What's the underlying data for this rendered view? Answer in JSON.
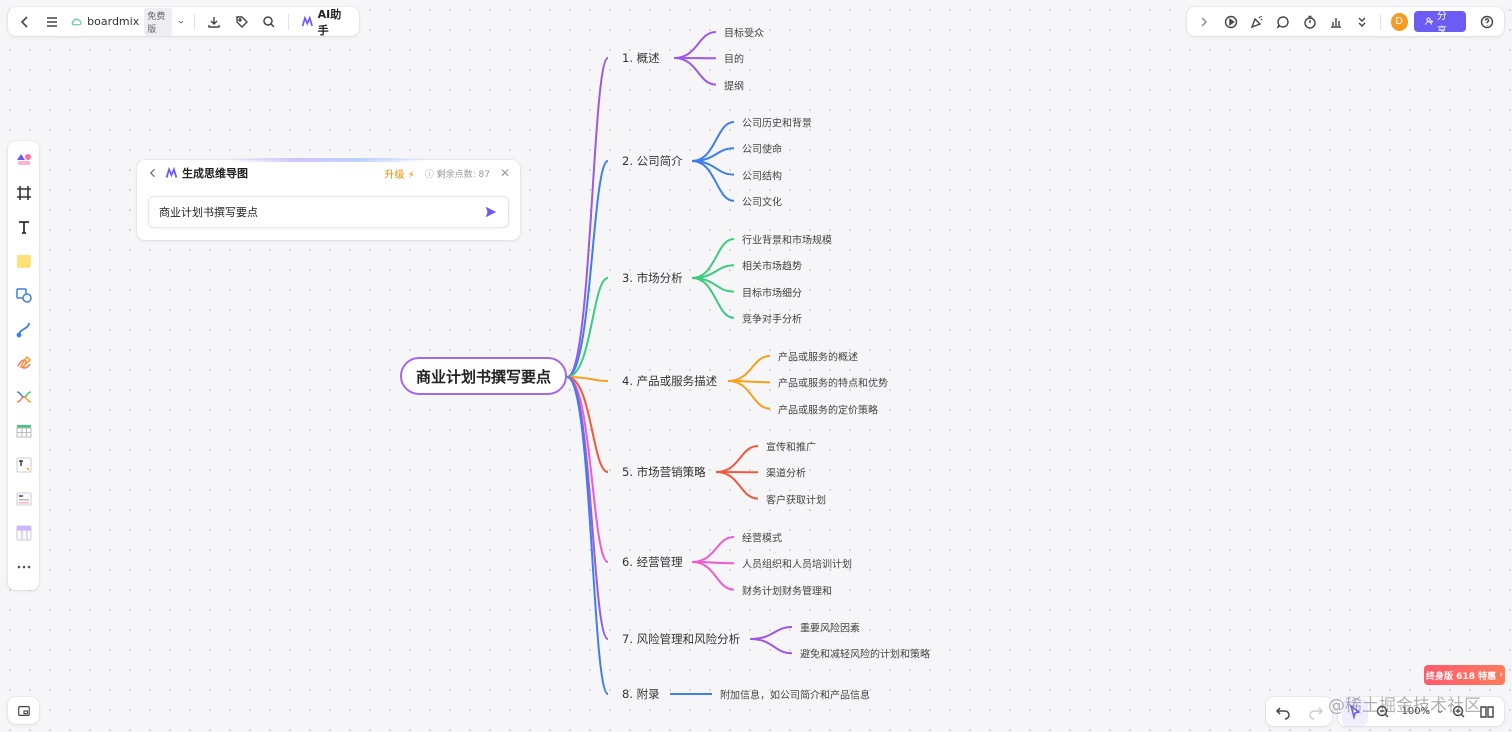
{
  "topbar": {
    "app_name": "boardmix",
    "plan_badge": "免费版",
    "ai_label": "AI助手"
  },
  "topbar_right": {
    "avatar_initial": "D",
    "share_label": "分享"
  },
  "ai_panel": {
    "title": "生成思维导图",
    "upgrade_label": "升级",
    "points_label": "剩余点数: 87",
    "input_value": "商业计划书撰写要点"
  },
  "mindmap": {
    "root": "商业计划书撰写要点",
    "branches": [
      {
        "label": "1. 概述",
        "color": "#9b59e6",
        "children": [
          "目标受众",
          "目的",
          "提纲"
        ]
      },
      {
        "label": "2. 公司简介",
        "color": "#3f7fe8",
        "children": [
          "公司历史和背景",
          "公司使命",
          "公司结构",
          "公司文化"
        ]
      },
      {
        "label": "3. 市场分析",
        "color": "#3ccb7f",
        "children": [
          "行业背景和市场规模",
          "相关市场趋势",
          "目标市场细分",
          "竞争对手分析"
        ]
      },
      {
        "label": "4. 产品或服务描述",
        "color": "#f5a11c",
        "children": [
          "产品或服务的概述",
          "产品或服务的特点和优势",
          "产品或服务的定价策略"
        ]
      },
      {
        "label": "5. 市场营销策略",
        "color": "#f05a3c",
        "children": [
          "宣传和推广",
          "渠道分析",
          "客户获取计划"
        ]
      },
      {
        "label": "6. 经营管理",
        "color": "#ee5bd1",
        "children": [
          "经营模式",
          "人员组织和人员培训计划",
          "财务计划财务管理和"
        ]
      },
      {
        "label": "7. 风险管理和风险分析",
        "color": "#9b59e6",
        "children": [
          "重要风险因素",
          "避免和减轻风险的计划和策略"
        ]
      },
      {
        "label": "8. 附录",
        "color": "#3f7fe8",
        "children": [
          "附加信息，如公司简介和产品信息"
        ]
      }
    ]
  },
  "zoom": {
    "level": "100%"
  },
  "promo": {
    "label": "终身版 618 特惠"
  },
  "watermark": {
    "text": "@稀土掘金技术社区"
  }
}
